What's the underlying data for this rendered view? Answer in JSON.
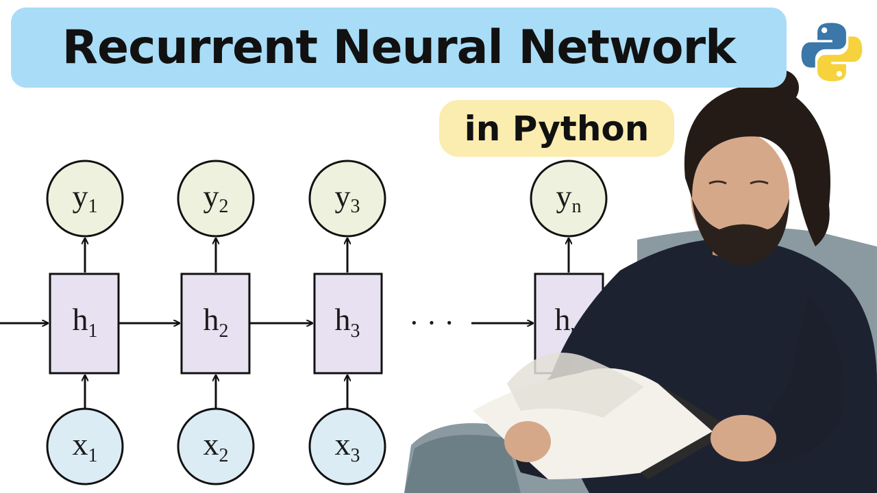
{
  "title": "Recurrent Neural Network",
  "subtitle": "in Python",
  "diagram": {
    "columns": [
      {
        "y": "y",
        "y_sub": "1",
        "h": "h",
        "h_sub": "1",
        "x": "x",
        "x_sub": "1"
      },
      {
        "y": "y",
        "y_sub": "2",
        "h": "h",
        "h_sub": "2",
        "x": "x",
        "x_sub": "2"
      },
      {
        "y": "y",
        "y_sub": "3",
        "h": "h",
        "h_sub": "3",
        "x": "x",
        "x_sub": "3"
      },
      {
        "y": "y",
        "y_sub": "n",
        "h": "h",
        "h_sub": "n"
      }
    ],
    "ellipsis": "· · ·"
  },
  "colors": {
    "title_bg": "#a9dcf7",
    "subtitle_bg": "#fbecb0",
    "output_node": "#eef1dd",
    "hidden_node": "#e7e1f1",
    "input_node": "#dcecf5",
    "sweater": "#1d2230"
  },
  "icons": {
    "logo": "python-logo-icon"
  }
}
